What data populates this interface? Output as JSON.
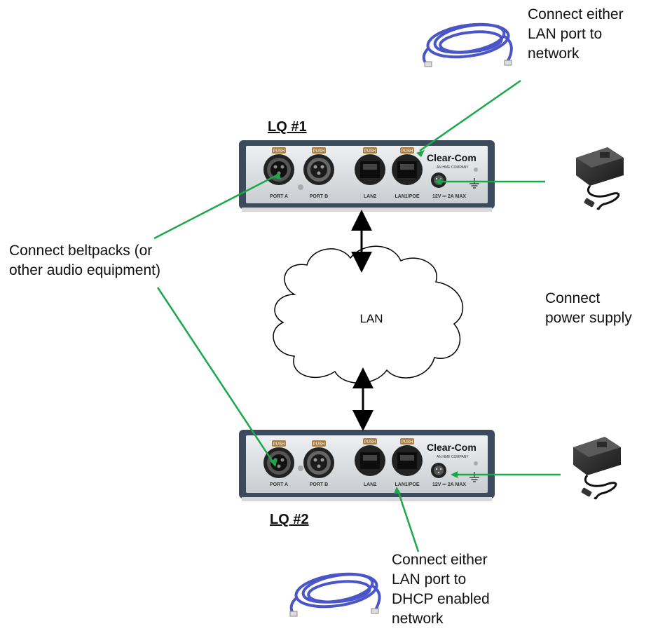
{
  "devices": [
    {
      "title": "LQ #1",
      "brand": "Clear-Com",
      "brand_sub": "AN HME COMPANY",
      "ports": [
        "PORT A",
        "PORT B",
        "LAN2",
        "LAN1/POE"
      ],
      "push_label": "PUSH",
      "power_label": "12V ⎓ 2A MAX"
    },
    {
      "title": "LQ #2",
      "brand": "Clear-Com",
      "brand_sub": "AN HME COMPANY",
      "ports": [
        "PORT A",
        "PORT B",
        "LAN2",
        "LAN1/POE"
      ],
      "push_label": "PUSH",
      "power_label": "12V ⎓ 2A MAX"
    }
  ],
  "cloud_label": "LAN",
  "notes": {
    "lan_top": [
      "Connect either",
      "LAN port to",
      "network"
    ],
    "beltpacks": [
      "Connect beltpacks (or",
      "other audio equipment)"
    ],
    "power": [
      "Connect",
      "power supply"
    ],
    "lan_bottom": [
      "Connect either",
      "LAN port to",
      "DHCP enabled",
      "network"
    ]
  },
  "colors": {
    "connector_line": "#1aa84a",
    "cable": "#4a55c8",
    "device_frame": "#3b4a5c",
    "device_panel": "#d9dcdf",
    "arrow": "#000000"
  },
  "icons": [
    "ethernet-cable-icon",
    "power-adapter-icon",
    "xlr-connector-icon",
    "rj45-port-icon"
  ]
}
